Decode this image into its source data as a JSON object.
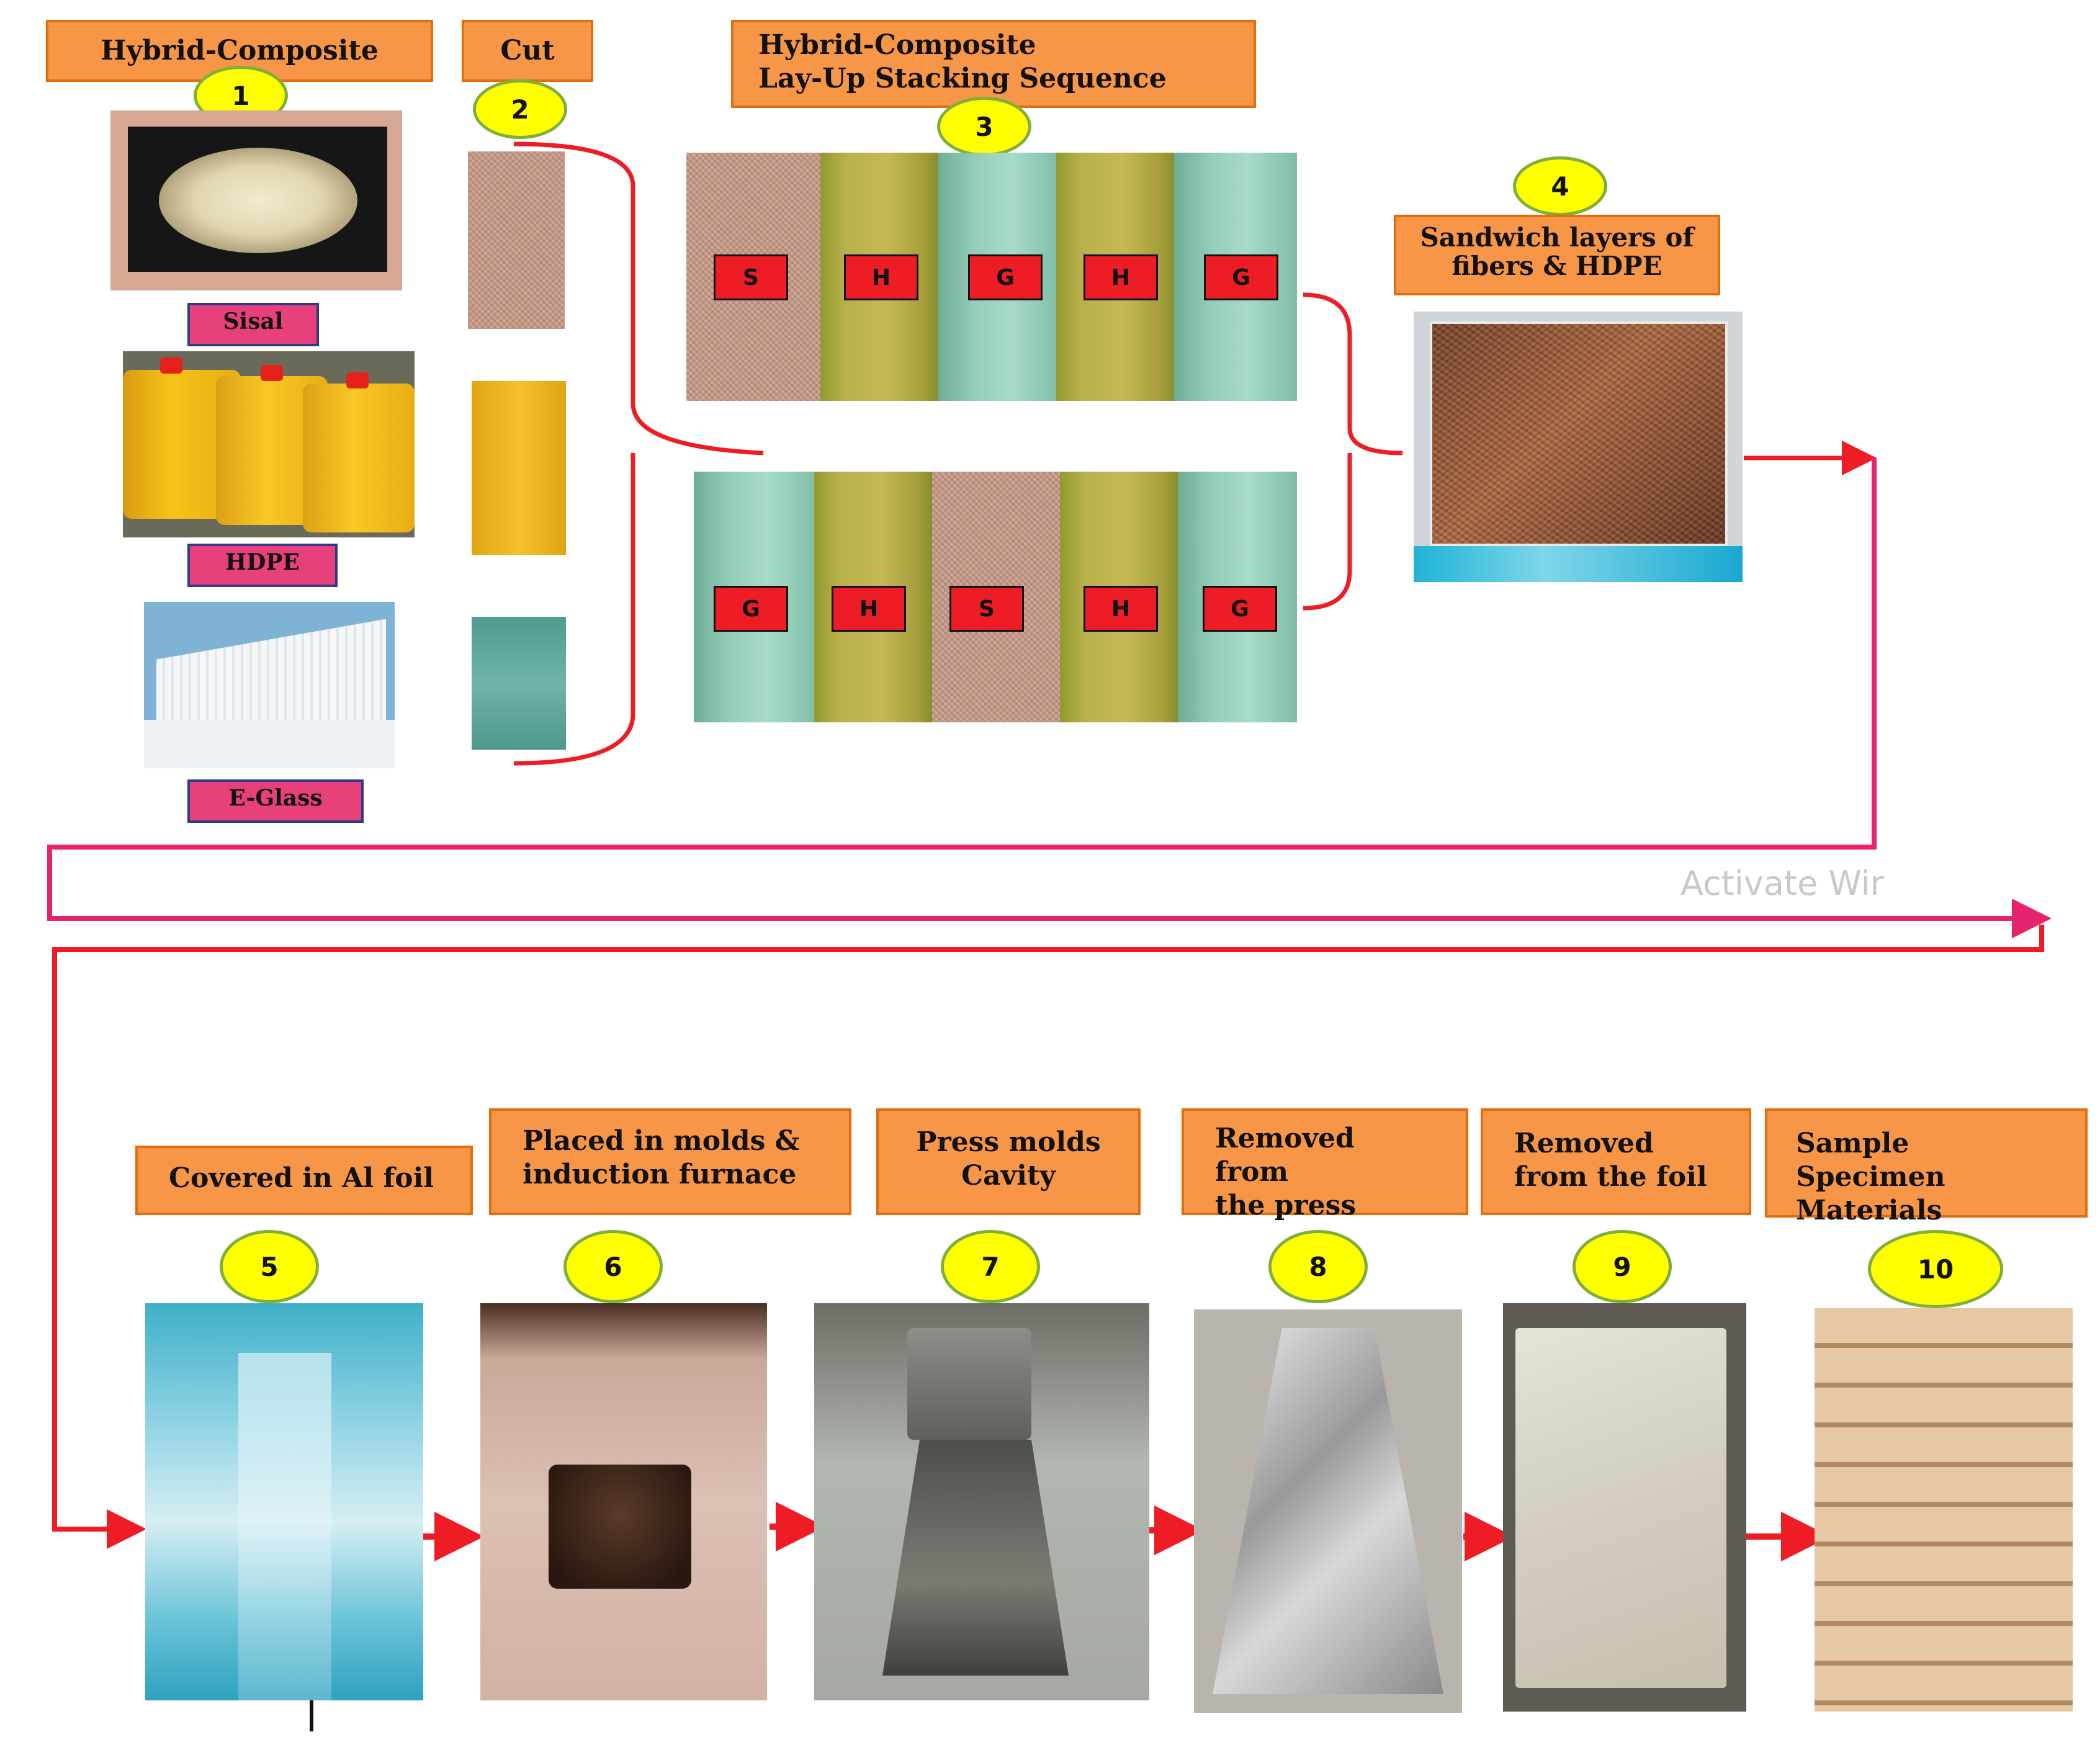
{
  "step_titles": {
    "s1": "Hybrid-Composite",
    "s2": "Cut",
    "s3_line1": "Hybrid-Composite",
    "s3_line2": "Lay-Up Stacking Sequence",
    "s4_line1": "Sandwich layers of",
    "s4_line2": "fibers & HDPE",
    "s5": "Covered in Al foil",
    "s6_line1": "Placed in molds &",
    "s6_line2": "induction furnace",
    "s7_line1": "Press molds",
    "s7_line2": "Cavity",
    "s8_line1": "Removed from",
    "s8_line2": "the press",
    "s9_line1": "Removed",
    "s9_line2": "from the foil",
    "s10_line1": "Sample Specimen",
    "s10_line2": "Materials"
  },
  "step_numbers": [
    "1",
    "2",
    "3",
    "4",
    "5",
    "6",
    "7",
    "8",
    "9",
    "10"
  ],
  "materials": [
    "Sisal",
    "HDPE",
    "E-Glass"
  ],
  "stacking": {
    "top": [
      "S",
      "H",
      "G",
      "H",
      "G"
    ],
    "bottom": [
      "G",
      "H",
      "S",
      "H",
      "G"
    ]
  },
  "watermark": "Activate Wir",
  "colors": {
    "box_fill": "#f79646",
    "box_border": "#e46c0a",
    "number_fill": "#ffff00",
    "material_label_fill": "#e8407a",
    "layer_tag_fill": "#ee1c24",
    "arrow": "#ee1c24",
    "long_arrow": "#e6246e"
  }
}
